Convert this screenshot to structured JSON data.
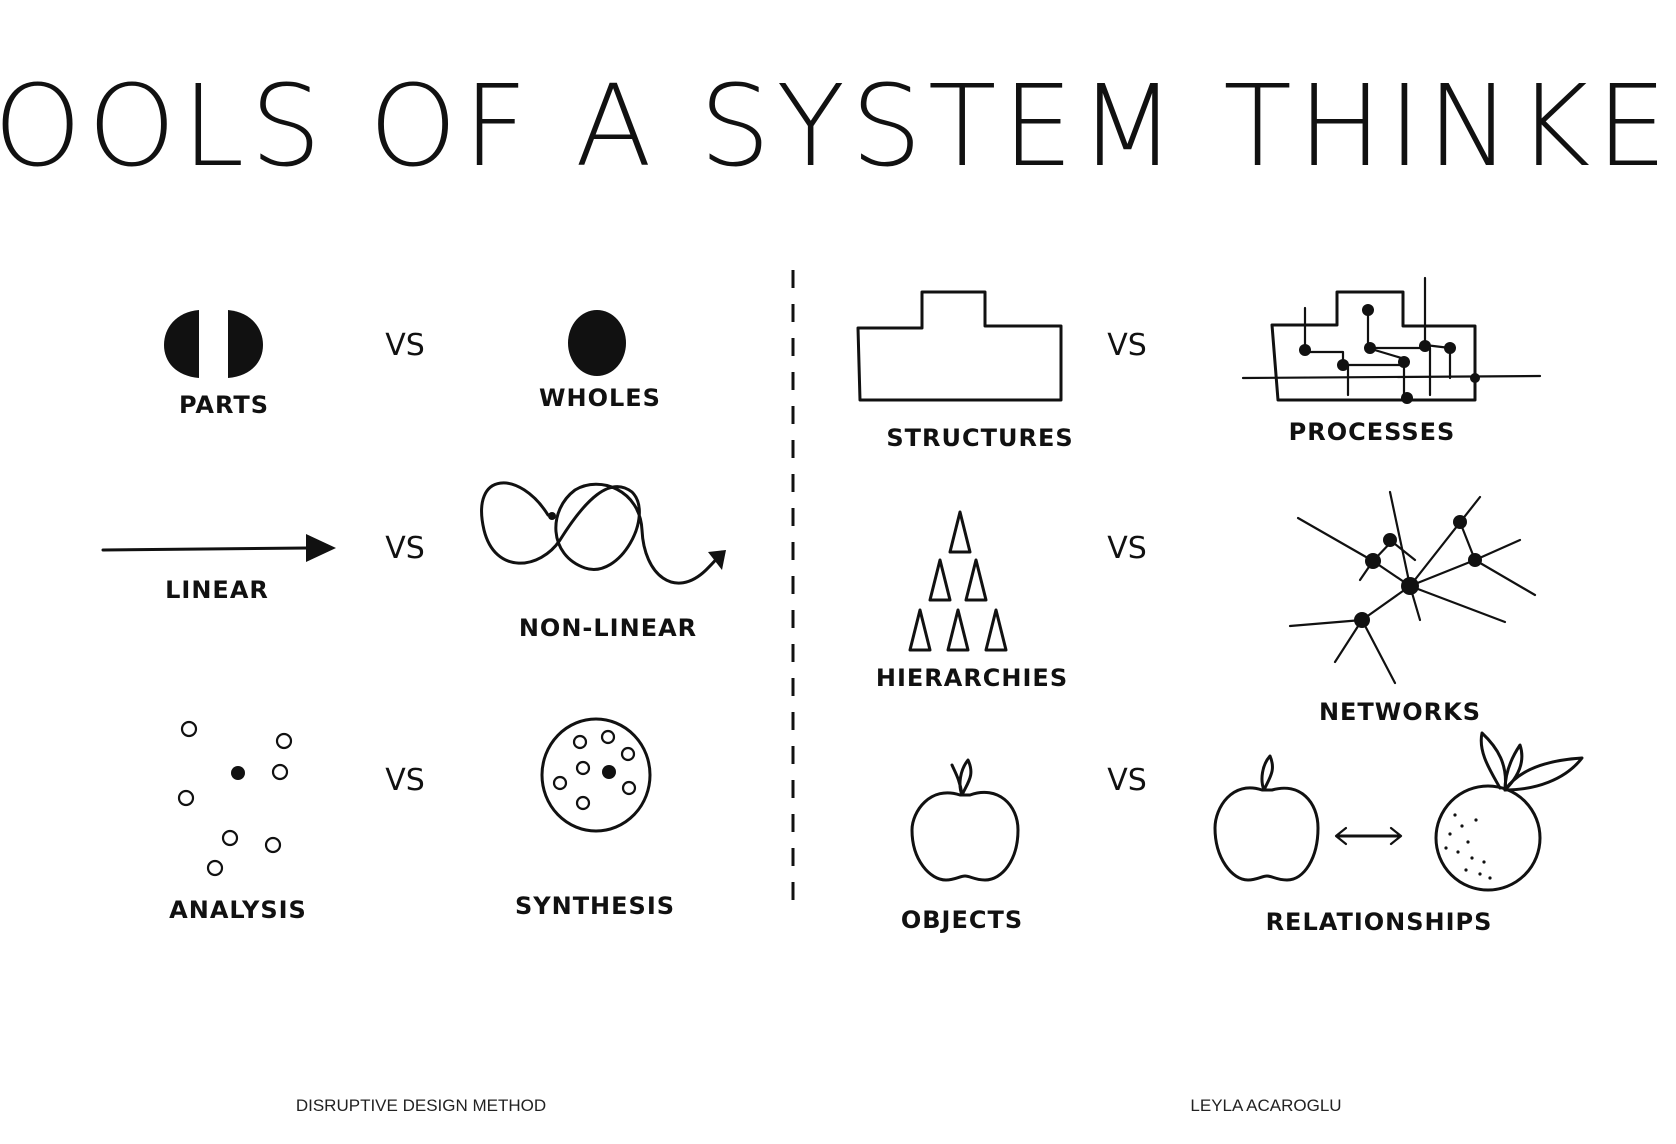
{
  "title": "TOOLS OF A SYSTEM THINKER",
  "vs_label": "VS",
  "left_pairs": [
    {
      "a": "PARTS",
      "b": "WHOLES",
      "a_icon": "split-circle-icon",
      "b_icon": "filled-circle-icon"
    },
    {
      "a": "LINEAR",
      "b": "NON-LINEAR",
      "a_icon": "straight-arrow-icon",
      "b_icon": "loopy-arrow-icon"
    },
    {
      "a": "ANALYSIS",
      "b": "SYNTHESIS",
      "a_icon": "scattered-dots-icon",
      "b_icon": "contained-dots-icon"
    }
  ],
  "right_pairs": [
    {
      "a": "STRUCTURES",
      "b": "PROCESSES",
      "a_icon": "block-outline-icon",
      "b_icon": "process-flow-icon"
    },
    {
      "a": "HIERARCHIES",
      "b": "NETWORKS",
      "a_icon": "triangle-pyramid-icon",
      "b_icon": "network-graph-icon"
    },
    {
      "a": "OBJECTS",
      "b": "RELATIONSHIPS",
      "a_icon": "apple-icon",
      "b_icon": "apple-orange-relation-icon"
    }
  ],
  "footer": {
    "left": "DISRUPTIVE DESIGN METHOD",
    "right": "LEYLA ACAROGLU"
  },
  "colors": {
    "ink": "#111111",
    "background": "#ffffff"
  }
}
